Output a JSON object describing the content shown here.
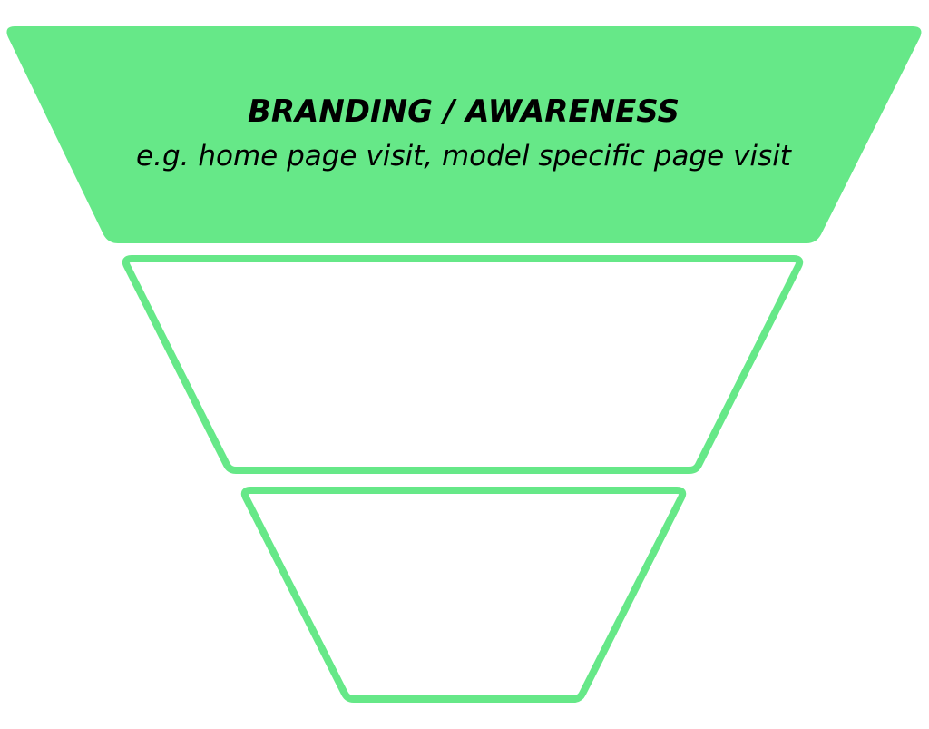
{
  "colors": {
    "accent": "#66e888",
    "background": "#ffffff",
    "text": "#000000"
  },
  "funnel": {
    "stages": [
      {
        "title": "BRANDING / AWARENESS",
        "subtitle": "e.g. home page visit, model specific page visit",
        "style": "filled"
      },
      {
        "title": "",
        "subtitle": "",
        "style": "outline"
      },
      {
        "title": "",
        "subtitle": "",
        "style": "outline"
      }
    ]
  }
}
